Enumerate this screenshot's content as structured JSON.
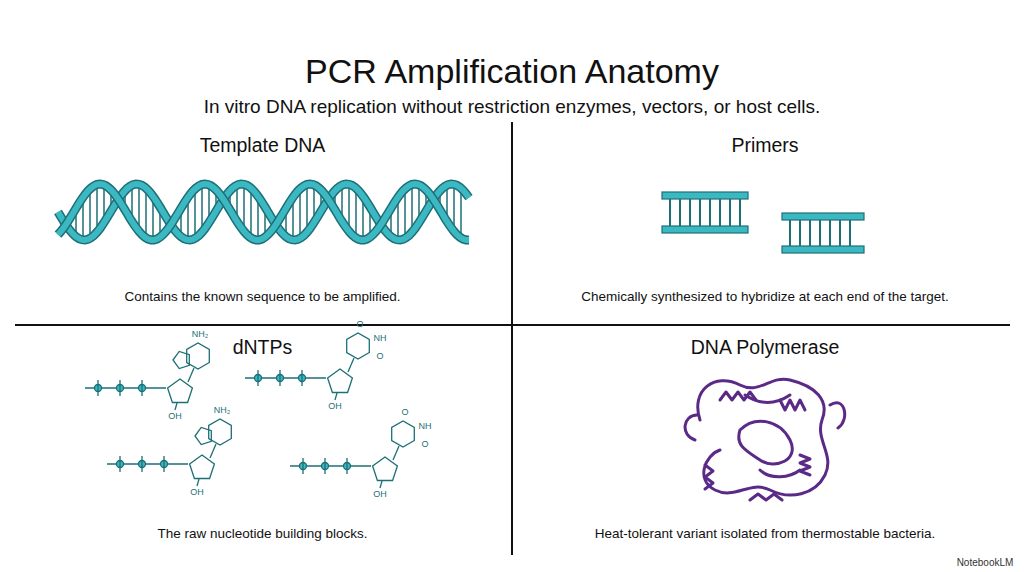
{
  "diagram": {
    "title": "PCR Amplification Anatomy",
    "caption": "In vitro DNA replication without restriction enzymes, vectors, or host cells.",
    "nodes": [
      {
        "text": [
          "Template DNA",
          "Contains the known sequence to be amplified."
        ]
      },
      {
        "text": [
          "Primers",
          "Chemically synthesized to hybridize at each end of the target."
        ]
      },
      {
        "text": [
          "dNTPs",
          "The raw nucleotide building blocks."
        ]
      },
      {
        "text": [
          "DNA Polymerase",
          "Heat-tolerant variant isolated from thermostable bacteria."
        ]
      }
    ],
    "labels": [
      "NH₂",
      "OH",
      "O",
      "NH",
      "O",
      "OH",
      "NH₂",
      "OH",
      "O",
      "NH",
      "O",
      "OH",
      "NotebookLM"
    ]
  }
}
